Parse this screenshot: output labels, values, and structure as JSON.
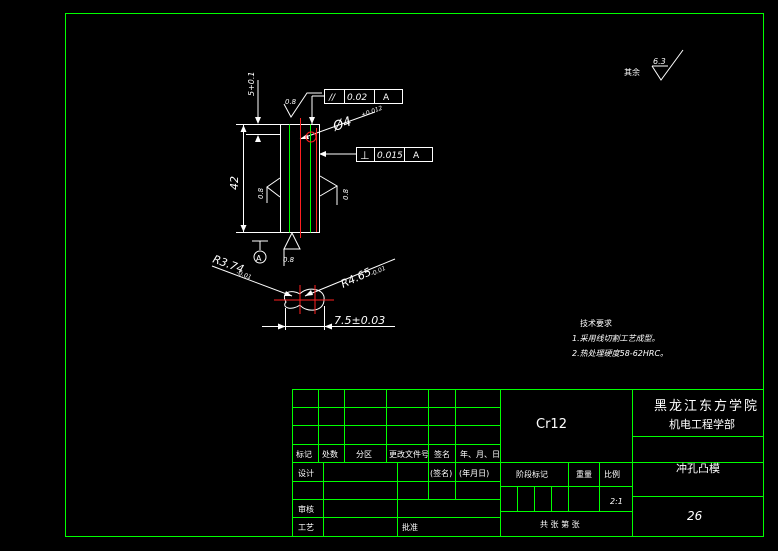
{
  "colors": {
    "background": "#000000",
    "frame": "#00ff00",
    "geometry": "#ffffff",
    "centerline": "#ff2020",
    "text": "#ffffff"
  },
  "roughness": {
    "note": "其余",
    "value": "6.3"
  },
  "drawing": {
    "dim_top": "5+0.1",
    "roughness_top": "0.8",
    "fcf_parallel": {
      "symbol": "//",
      "tolerance": "0.02",
      "datum": "A"
    },
    "diameter": "Ø4",
    "diameter_tol": "+0.012",
    "fcf_perp": {
      "symbol": "⊥",
      "tolerance": "0.015",
      "datum": "A"
    },
    "dim_height": "42",
    "roughness_left": "0.8",
    "roughness_right": "0.8",
    "roughness_bottom": "0.8",
    "datum_label": "A",
    "radius_left": "R3.74",
    "radius_left_tol": "-0.01",
    "radius_right": "R4.65",
    "radius_right_tol": "-0.01",
    "dim_width": "7.5±0.03"
  },
  "notes": {
    "title": "技术要求",
    "line1": "1.采用线切割工艺成型。",
    "line2": "2.热处理硬度58-62HRC。"
  },
  "title_block": {
    "material": "Cr12",
    "school": "黑龙江东方学院",
    "department": "机电工程学部",
    "part_name": "冲孔凸模",
    "number": "26",
    "scale": "2:1",
    "labels": {
      "mark": "标记",
      "count": "处数",
      "zone": "分区",
      "doc_no": "更改文件号",
      "sign": "签名",
      "date": "年、月、日",
      "design": "设计",
      "sign2": "(签名)",
      "date2": "(年月日)",
      "stage": "阶段标记",
      "weight": "重量",
      "ratio": "比例",
      "review": "审核",
      "process": "工艺",
      "approve": "批准",
      "sheets": "共  张 第  张"
    }
  }
}
